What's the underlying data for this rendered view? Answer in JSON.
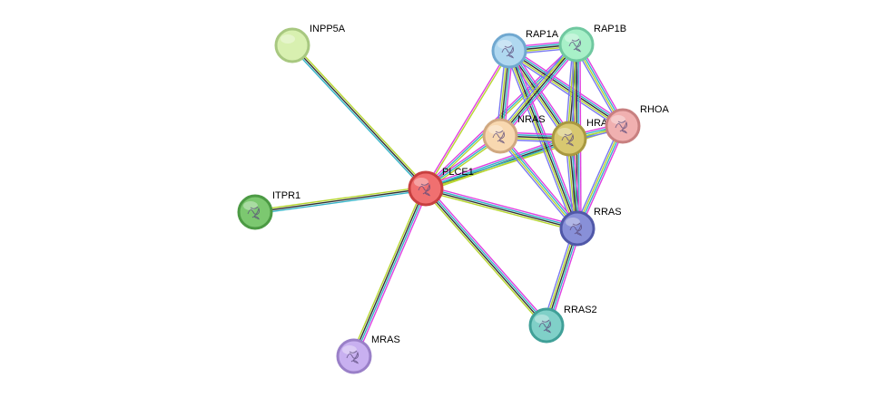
{
  "colors": {
    "experimental": "#e040e0",
    "database": "#36b4c8",
    "coexpression": "#333333",
    "textmining": "#b6d630",
    "homology": "#7878f0",
    "neighborhood": "#2e8b2e"
  },
  "nodes": [
    {
      "id": "PLCE1",
      "label": "PLCE1",
      "fill": "#f07070",
      "stroke": "#c84040"
    },
    {
      "id": "INPP5A",
      "label": "INPP5A",
      "fill": "#d8f0b0",
      "stroke": "#a8c880"
    },
    {
      "id": "ITPR1",
      "label": "ITPR1",
      "fill": "#7cc870",
      "stroke": "#4c9a44"
    },
    {
      "id": "MRAS",
      "label": "MRAS",
      "fill": "#c8b0f0",
      "stroke": "#9a80c8"
    },
    {
      "id": "RAP1A",
      "label": "RAP1A",
      "fill": "#b0d8f0",
      "stroke": "#70a8d0"
    },
    {
      "id": "RAP1B",
      "label": "RAP1B",
      "fill": "#a8f0c8",
      "stroke": "#70c8a0"
    },
    {
      "id": "NRAS",
      "label": "NRAS",
      "fill": "#f8d8b0",
      "stroke": "#d0a880"
    },
    {
      "id": "HRAS",
      "label": "HRAS",
      "fill": "#d8c870",
      "stroke": "#a89840"
    },
    {
      "id": "RHOA",
      "label": "RHOA",
      "fill": "#f0b0b0",
      "stroke": "#c88080"
    },
    {
      "id": "RRAS",
      "label": "RRAS",
      "fill": "#8890d8",
      "stroke": "#5058a8"
    },
    {
      "id": "RRAS2",
      "label": "RRAS2",
      "fill": "#80d0c8",
      "stroke": "#40a098"
    }
  ],
  "edges": [
    {
      "source": "PLCE1",
      "target": "INPP5A",
      "evidence": [
        "database",
        "coexpression",
        "textmining"
      ]
    },
    {
      "source": "PLCE1",
      "target": "ITPR1",
      "evidence": [
        "database",
        "coexpression",
        "textmining"
      ]
    },
    {
      "source": "PLCE1",
      "target": "MRAS",
      "evidence": [
        "experimental",
        "database",
        "coexpression",
        "textmining"
      ]
    },
    {
      "source": "PLCE1",
      "target": "RAP1A",
      "evidence": [
        "experimental",
        "textmining"
      ]
    },
    {
      "source": "PLCE1",
      "target": "RAP1B",
      "evidence": [
        "experimental",
        "database",
        "textmining"
      ]
    },
    {
      "source": "PLCE1",
      "target": "NRAS",
      "evidence": [
        "experimental",
        "database",
        "textmining"
      ]
    },
    {
      "source": "PLCE1",
      "target": "HRAS",
      "evidence": [
        "experimental",
        "database",
        "coexpression",
        "textmining"
      ]
    },
    {
      "source": "PLCE1",
      "target": "RHOA",
      "evidence": [
        "database",
        "textmining"
      ]
    },
    {
      "source": "PLCE1",
      "target": "RRAS",
      "evidence": [
        "experimental",
        "database",
        "coexpression",
        "textmining"
      ]
    },
    {
      "source": "PLCE1",
      "target": "RRAS2",
      "evidence": [
        "experimental",
        "database",
        "coexpression",
        "textmining"
      ]
    },
    {
      "source": "RAP1A",
      "target": "RAP1B",
      "evidence": [
        "experimental",
        "database",
        "coexpression",
        "textmining",
        "homology"
      ]
    },
    {
      "source": "RAP1A",
      "target": "NRAS",
      "evidence": [
        "experimental",
        "database",
        "coexpression",
        "textmining",
        "homology"
      ]
    },
    {
      "source": "RAP1A",
      "target": "HRAS",
      "evidence": [
        "experimental",
        "database",
        "coexpression",
        "textmining",
        "homology"
      ]
    },
    {
      "source": "RAP1A",
      "target": "RHOA",
      "evidence": [
        "experimental",
        "database",
        "coexpression",
        "textmining",
        "homology"
      ]
    },
    {
      "source": "RAP1A",
      "target": "RRAS",
      "evidence": [
        "experimental",
        "database",
        "coexpression",
        "textmining",
        "homology"
      ]
    },
    {
      "source": "RAP1B",
      "target": "NRAS",
      "evidence": [
        "experimental",
        "database",
        "coexpression",
        "textmining",
        "homology"
      ]
    },
    {
      "source": "RAP1B",
      "target": "HRAS",
      "evidence": [
        "experimental",
        "database",
        "coexpression",
        "textmining",
        "homology"
      ]
    },
    {
      "source": "RAP1B",
      "target": "RHOA",
      "evidence": [
        "experimental",
        "database",
        "textmining",
        "homology"
      ]
    },
    {
      "source": "RAP1B",
      "target": "RRAS",
      "evidence": [
        "experimental",
        "database",
        "coexpression",
        "textmining",
        "homology"
      ]
    },
    {
      "source": "NRAS",
      "target": "HRAS",
      "evidence": [
        "experimental",
        "database",
        "coexpression",
        "textmining",
        "homology"
      ]
    },
    {
      "source": "NRAS",
      "target": "RRAS",
      "evidence": [
        "experimental",
        "database",
        "textmining",
        "homology"
      ]
    },
    {
      "source": "HRAS",
      "target": "RHOA",
      "evidence": [
        "experimental",
        "database",
        "textmining",
        "homology"
      ]
    },
    {
      "source": "HRAS",
      "target": "RRAS",
      "evidence": [
        "experimental",
        "database",
        "coexpression",
        "textmining",
        "homology"
      ]
    },
    {
      "source": "RHOA",
      "target": "RRAS",
      "evidence": [
        "experimental",
        "database",
        "textmining",
        "homology"
      ]
    },
    {
      "source": "RRAS",
      "target": "RRAS2",
      "evidence": [
        "experimental",
        "database",
        "coexpression",
        "textmining",
        "homology"
      ]
    }
  ]
}
